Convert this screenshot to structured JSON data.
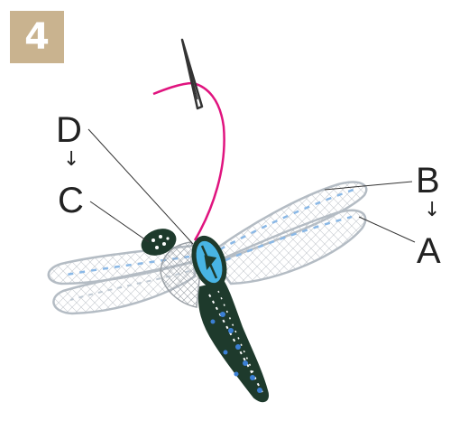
{
  "step": {
    "number": "4",
    "badge_color": "#c9b38f"
  },
  "labels": {
    "D": "D",
    "C": "C",
    "B": "B",
    "A": "A",
    "arrow_dc": "↓",
    "arrow_ba": "↓"
  },
  "colors": {
    "thread": "#e0147f",
    "wing_outline": "#b4bcc4",
    "wing_vein": "#8ab8e6",
    "body_dark": "#1e3a2c",
    "thorax_blue": "#48b4e4",
    "spot_blue": "#3b7fd4",
    "needle": "#333333"
  }
}
